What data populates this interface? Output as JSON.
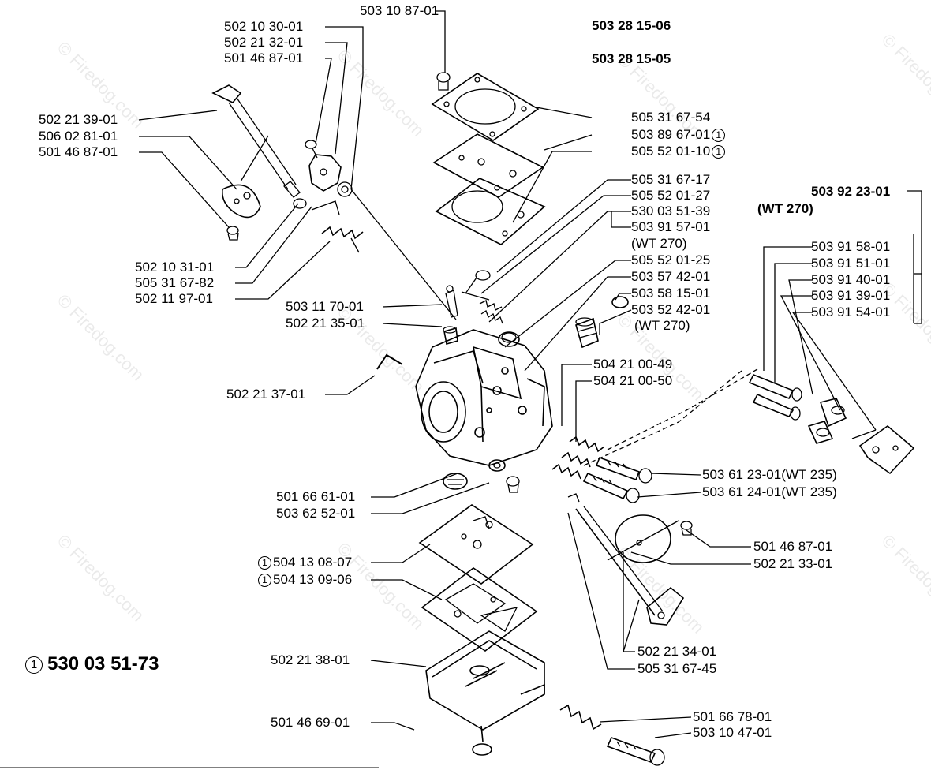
{
  "watermark": "© Firedog.com",
  "set_note_symbol": "1",
  "kit_title": "530 03 51-73",
  "header_numbers": [
    "503 28 15-06",
    "503 28 15-05"
  ],
  "group_wt270": {
    "number": "503 92 23-01",
    "note": "(WT 270)"
  },
  "labels": {
    "p503108701": "503 10 87-01",
    "p502103001": "502 10 30-01",
    "p502213201": "502 21 32-01",
    "p501468701a": "501 46 87-01",
    "p502213901": "502 21 39-01",
    "p506028101": "506 02 81-01",
    "p501468701b": "501 46 87-01",
    "p502103101": "502 10 31-01",
    "p505316782": "505 31 67-82",
    "p502119701": "502 11 97-01",
    "p503117001": "503 11 70-01",
    "p502213501": "502 21 35-01",
    "p502213701": "502 21 37-01",
    "p505316754": "505 31 67-54",
    "p503896701": "503 89 67-01",
    "p505520110": "505 52 01-10",
    "p505316717": "505 31 67-17",
    "p505520127": "505 52 01-27",
    "p530035139": "530 03 51-39",
    "p503915701": "503 91 57-01",
    "p503915701_note": "(WT 270)",
    "p505520125": "505 52 01-25",
    "p503574201": "503 57 42-01",
    "p503581501": "503 58 15-01",
    "p503524201": "503 52 42-01",
    "p503524201_note": "(WT 270)",
    "p503915801": "503 91 58-01",
    "p503915101": "503 91 51-01",
    "p503914001": "503 91 40-01",
    "p503913901": "503 91 39-01",
    "p503915401": "503 91 54-01",
    "p504210049": "504 21 00-49",
    "p504210050": "504 21 00-50",
    "p503612301": "503 61 23-01",
    "p503612301_note": "(WT 235)",
    "p503612401": "503 61 24-01",
    "p503612401_note": "(WT 235)",
    "p501666101": "501 66 61-01",
    "p503625201": "503 62 52-01",
    "p504130807": "504 13 08-07",
    "p504130906": "504 13 09-06",
    "p501468701c": "501 46 87-01",
    "p502213301": "502 21 33-01",
    "p502213801": "502 21 38-01",
    "p502213401": "502 21 34-01",
    "p505316745": "505 31 67-45",
    "p501466901": "501 46 69-01",
    "p501667801": "501 66 78-01",
    "p503104701": "503 10 47-01"
  }
}
